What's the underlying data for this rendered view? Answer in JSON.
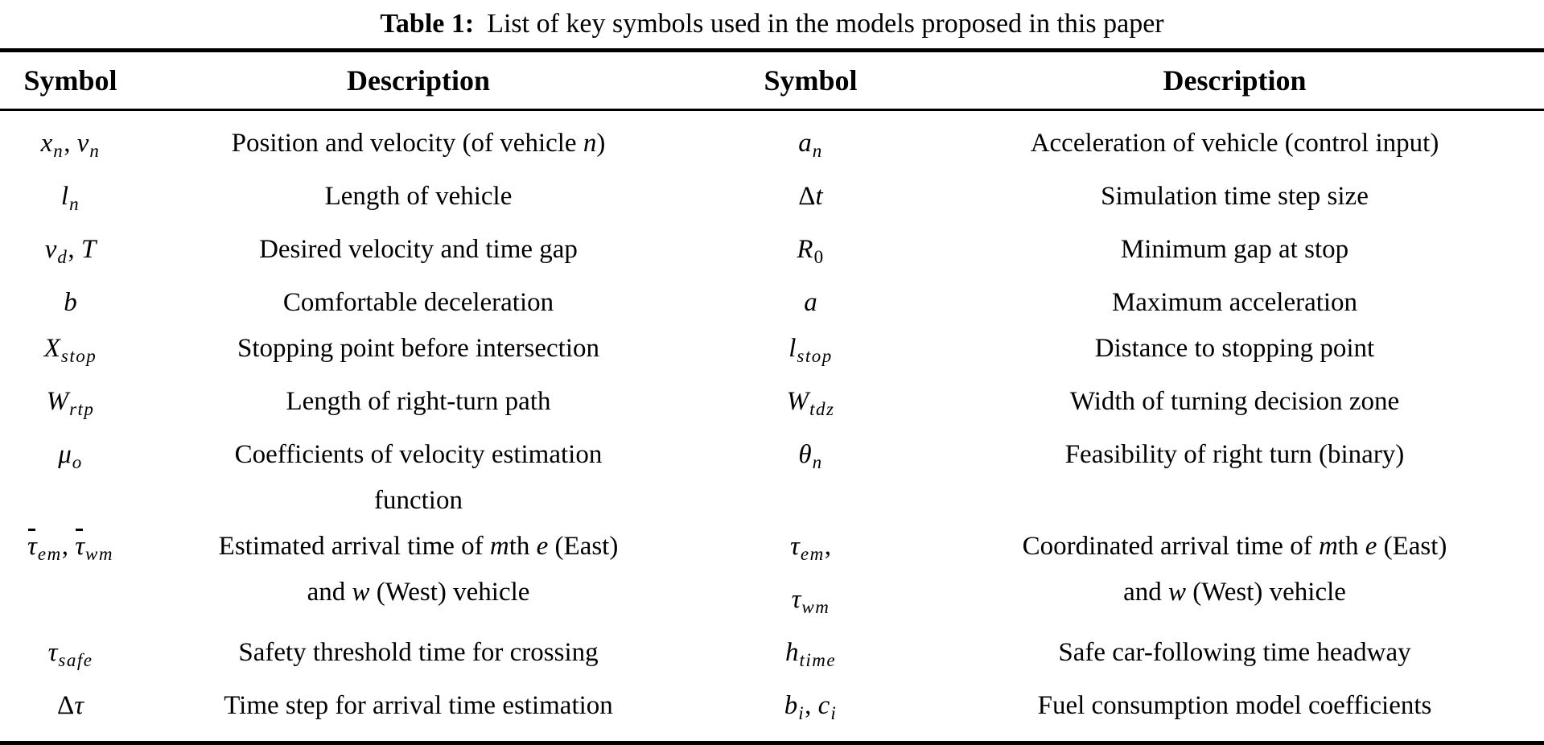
{
  "caption": {
    "label": "Table 1:",
    "text": "List of key symbols used in the models proposed in this paper"
  },
  "colors": {
    "text": "#000000",
    "background": "#ffffff",
    "rule": "#000000"
  },
  "table": {
    "headers": [
      "Symbol",
      "Description",
      "Symbol",
      "Description"
    ],
    "rows": [
      {
        "left_symbol": [
          [
            {
              "t": "x",
              "i": true
            },
            {
              "t": "n",
              "i": true,
              "s": true
            },
            {
              "t": ", "
            },
            {
              "t": "v",
              "i": true
            },
            {
              "t": "n",
              "i": true,
              "s": true
            }
          ]
        ],
        "left_desc": [
          [
            {
              "t": "Position and velocity (of vehicle "
            },
            {
              "t": "n",
              "i": true
            },
            {
              "t": ")"
            }
          ]
        ],
        "right_symbol": [
          [
            {
              "t": "a",
              "i": true
            },
            {
              "t": "n",
              "i": true,
              "s": true
            }
          ]
        ],
        "right_desc": [
          [
            {
              "t": "Acceleration of vehicle (control input)"
            }
          ]
        ]
      },
      {
        "left_symbol": [
          [
            {
              "t": "l",
              "i": true
            },
            {
              "t": "n",
              "i": true,
              "s": true
            }
          ]
        ],
        "left_desc": [
          [
            {
              "t": "Length of vehicle"
            }
          ]
        ],
        "right_symbol": [
          [
            {
              "t": "Δ"
            },
            {
              "t": "t",
              "i": true
            }
          ]
        ],
        "right_desc": [
          [
            {
              "t": "Simulation time step size"
            }
          ]
        ]
      },
      {
        "left_symbol": [
          [
            {
              "t": "v",
              "i": true
            },
            {
              "t": "d",
              "i": true,
              "s": true
            },
            {
              "t": ", "
            },
            {
              "t": "T",
              "i": true
            }
          ]
        ],
        "left_desc": [
          [
            {
              "t": "Desired velocity and time gap"
            }
          ]
        ],
        "right_symbol": [
          [
            {
              "t": "R",
              "i": true
            },
            {
              "t": "0",
              "s": true
            }
          ]
        ],
        "right_desc": [
          [
            {
              "t": "Minimum gap at stop"
            }
          ]
        ]
      },
      {
        "left_symbol": [
          [
            {
              "t": "b",
              "i": true
            }
          ]
        ],
        "left_desc": [
          [
            {
              "t": "Comfortable deceleration"
            }
          ]
        ],
        "right_symbol": [
          [
            {
              "t": "a",
              "i": true
            }
          ]
        ],
        "right_desc": [
          [
            {
              "t": "Maximum acceleration"
            }
          ]
        ]
      },
      {
        "left_symbol": [
          [
            {
              "t": "X",
              "i": true
            },
            {
              "t": "stop",
              "i": true,
              "s": true
            }
          ]
        ],
        "left_desc": [
          [
            {
              "t": "Stopping point before intersection"
            }
          ]
        ],
        "right_symbol": [
          [
            {
              "t": "l",
              "i": true
            },
            {
              "t": "stop",
              "i": true,
              "s": true
            }
          ]
        ],
        "right_desc": [
          [
            {
              "t": "Distance to stopping point"
            }
          ]
        ]
      },
      {
        "left_symbol": [
          [
            {
              "t": "W",
              "i": true
            },
            {
              "t": "rtp",
              "i": true,
              "s": true
            }
          ]
        ],
        "left_desc": [
          [
            {
              "t": "Length of right-turn path"
            }
          ]
        ],
        "right_symbol": [
          [
            {
              "t": "W",
              "i": true
            },
            {
              "t": "tdz",
              "i": true,
              "s": true
            }
          ]
        ],
        "right_desc": [
          [
            {
              "t": "Width of turning decision zone"
            }
          ]
        ]
      },
      {
        "left_symbol": [
          [
            {
              "t": "μ",
              "i": true
            },
            {
              "t": "o",
              "i": true,
              "s": true
            }
          ]
        ],
        "left_desc": [
          [
            {
              "t": "Coefficients of velocity estimation"
            }
          ],
          [
            {
              "t": "function"
            }
          ]
        ],
        "right_symbol": [
          [
            {
              "t": "θ",
              "i": true
            },
            {
              "t": "n",
              "i": true,
              "s": true
            }
          ]
        ],
        "right_desc": [
          [
            {
              "t": "Feasibility of right turn (binary)"
            }
          ]
        ]
      },
      {
        "left_symbol": [
          [
            {
              "t": "τ",
              "i": true,
              "b": true
            },
            {
              "t": "em",
              "i": true,
              "s": true
            },
            {
              "t": ", "
            },
            {
              "t": "τ",
              "i": true,
              "b": true
            },
            {
              "t": "wm",
              "i": true,
              "s": true
            }
          ]
        ],
        "left_desc": [
          [
            {
              "t": "Estimated arrival time of "
            },
            {
              "t": "m",
              "i": true
            },
            {
              "t": "th "
            },
            {
              "t": "e",
              "i": true
            },
            {
              "t": " (East)"
            }
          ],
          [
            {
              "t": "and "
            },
            {
              "t": "w",
              "i": true
            },
            {
              "t": " (West) vehicle"
            }
          ]
        ],
        "right_symbol": [
          [
            {
              "t": "τ",
              "i": true
            },
            {
              "t": "em",
              "i": true,
              "s": true
            },
            {
              "t": ","
            }
          ],
          [
            {
              "t": "τ",
              "i": true
            },
            {
              "t": "wm",
              "i": true,
              "s": true
            }
          ]
        ],
        "right_desc": [
          [
            {
              "t": "Coordinated arrival time of "
            },
            {
              "t": "m",
              "i": true
            },
            {
              "t": "th "
            },
            {
              "t": "e",
              "i": true
            },
            {
              "t": " (East)"
            }
          ],
          [
            {
              "t": "and "
            },
            {
              "t": "w",
              "i": true
            },
            {
              "t": " (West) vehicle"
            }
          ]
        ]
      },
      {
        "left_symbol": [
          [
            {
              "t": "τ",
              "i": true
            },
            {
              "t": "safe",
              "i": true,
              "s": true
            }
          ]
        ],
        "left_desc": [
          [
            {
              "t": "Safety threshold time for crossing"
            }
          ]
        ],
        "right_symbol": [
          [
            {
              "t": "h",
              "i": true
            },
            {
              "t": "time",
              "i": true,
              "s": true
            }
          ]
        ],
        "right_desc": [
          [
            {
              "t": "Safe car-following time headway"
            }
          ]
        ]
      },
      {
        "left_symbol": [
          [
            {
              "t": "Δ"
            },
            {
              "t": "τ",
              "i": true
            }
          ]
        ],
        "left_desc": [
          [
            {
              "t": "Time step for arrival time estimation"
            }
          ]
        ],
        "right_symbol": [
          [
            {
              "t": "b",
              "i": true
            },
            {
              "t": "i",
              "i": true,
              "s": true
            },
            {
              "t": ", "
            },
            {
              "t": "c",
              "i": true
            },
            {
              "t": "i",
              "i": true,
              "s": true
            }
          ]
        ],
        "right_desc": [
          [
            {
              "t": "Fuel consumption model coefficients"
            }
          ]
        ]
      }
    ]
  }
}
